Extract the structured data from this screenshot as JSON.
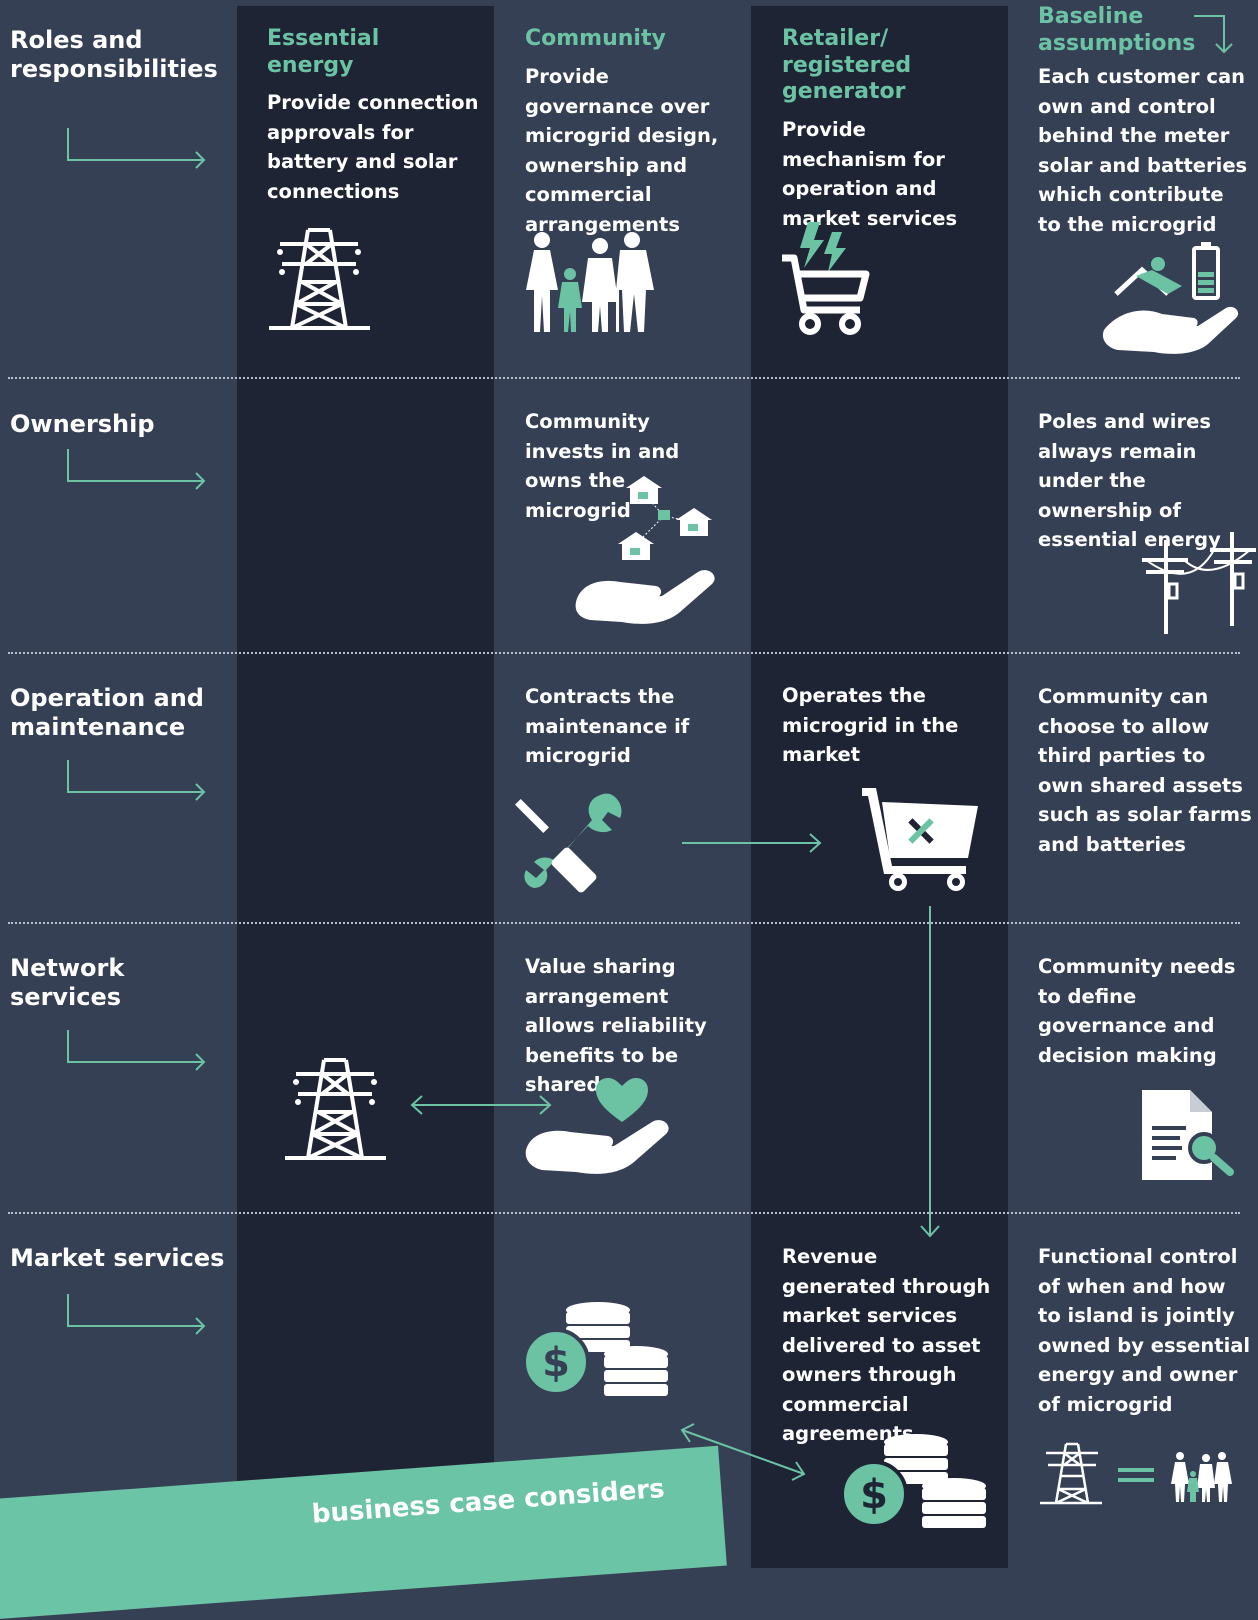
{
  "colors": {
    "background": "#364055",
    "dark_column": "#1f2435",
    "accent": "#6bc3a4",
    "text": "#ffffff",
    "divider": "#b9c0cc"
  },
  "rows": {
    "roles": "Roles and responsibilities",
    "ownership": "Ownership",
    "operation": "Operation and maintenance",
    "network": "Network services",
    "market": "Market services"
  },
  "columns": {
    "essential_energy": "Essential energy",
    "community": "Community",
    "retailer": "Retailer/ registered generator",
    "baseline": "Baseline assumptions"
  },
  "cells": {
    "roles_essential": "Provide connection approvals for battery and solar connections",
    "roles_community": "Provide governance over microgrid design, ownership and commercial arrangements",
    "roles_retailer": "Provide mechanism for operation and market services",
    "roles_baseline": "Each customer can own and control behind the meter solar and batteries which contribute to the microgrid",
    "ownership_community": "Community invests in and owns the microgrid",
    "ownership_baseline": "Poles and wires always remain under the ownership of essential energy",
    "operation_community": "Contracts the maintenance if microgrid",
    "operation_retailer": "Operates the microgrid in the market",
    "operation_baseline": "Community can choose to allow third parties to own shared assets such as solar farms and batteries",
    "network_community": "Value sharing arrangement allows reliability benefits to be shared",
    "network_baseline": "Community needs to define governance and decision making",
    "market_retailer": "Revenue generated through market services delivered to asset owners through commercial agreements",
    "market_baseline": "Functional control of when and how to island is jointly owned by essential energy and owner of microgrid"
  },
  "banner": "business case considers",
  "icons": {
    "transmission_tower": "transmission-tower-icon",
    "family": "family-icon",
    "energy_cart": "energy-cart-icon",
    "hand_solar_battery": "hand-solar-battery-icon",
    "hand_houses": "hand-houses-icon",
    "power_poles": "power-poles-icon",
    "tools": "tools-icon",
    "tools_cart": "tools-cart-icon",
    "hand_heart": "hand-heart-icon",
    "document_search": "document-search-icon",
    "coins": "coins-icon"
  }
}
